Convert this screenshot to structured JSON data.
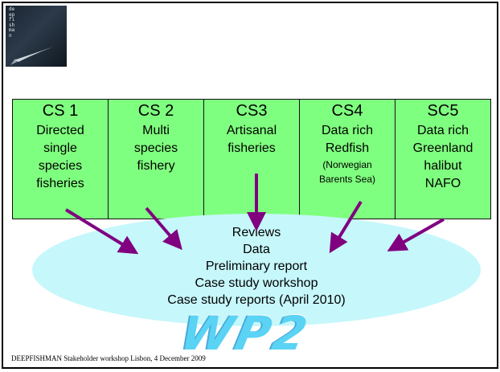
{
  "case_studies": [
    {
      "title": "CS 1",
      "lines": [
        "Directed",
        "single",
        "species",
        "fisheries"
      ]
    },
    {
      "title": "CS 2",
      "lines": [
        "Multi",
        "species",
        "fishery"
      ]
    },
    {
      "title": "CS3",
      "lines": [
        "Artisanal",
        "fisheries"
      ]
    },
    {
      "title": "CS4",
      "lines": [
        "Data rich",
        "Redfish"
      ],
      "small_lines": [
        "(Norwegian",
        "Barents Sea)"
      ]
    },
    {
      "title": "SC5",
      "lines": [
        "Data rich",
        "Greenland",
        "halibut",
        "NAFO"
      ]
    }
  ],
  "reviews": [
    "Reviews",
    "Data",
    "Preliminary report",
    "Case study workshop",
    "Case study reports (April 2010)"
  ],
  "wp_label": "WP2",
  "footer": "DEEPFISHMAN Stakeholder workshop Lisbon, 4 December 2009",
  "logo_text": "deepfishman",
  "colors": {
    "box_fill": "#7fff7f",
    "ellipse_fill": "#c6f7fb",
    "arrow": "#800080",
    "wp_text": "#5ad3f4"
  }
}
